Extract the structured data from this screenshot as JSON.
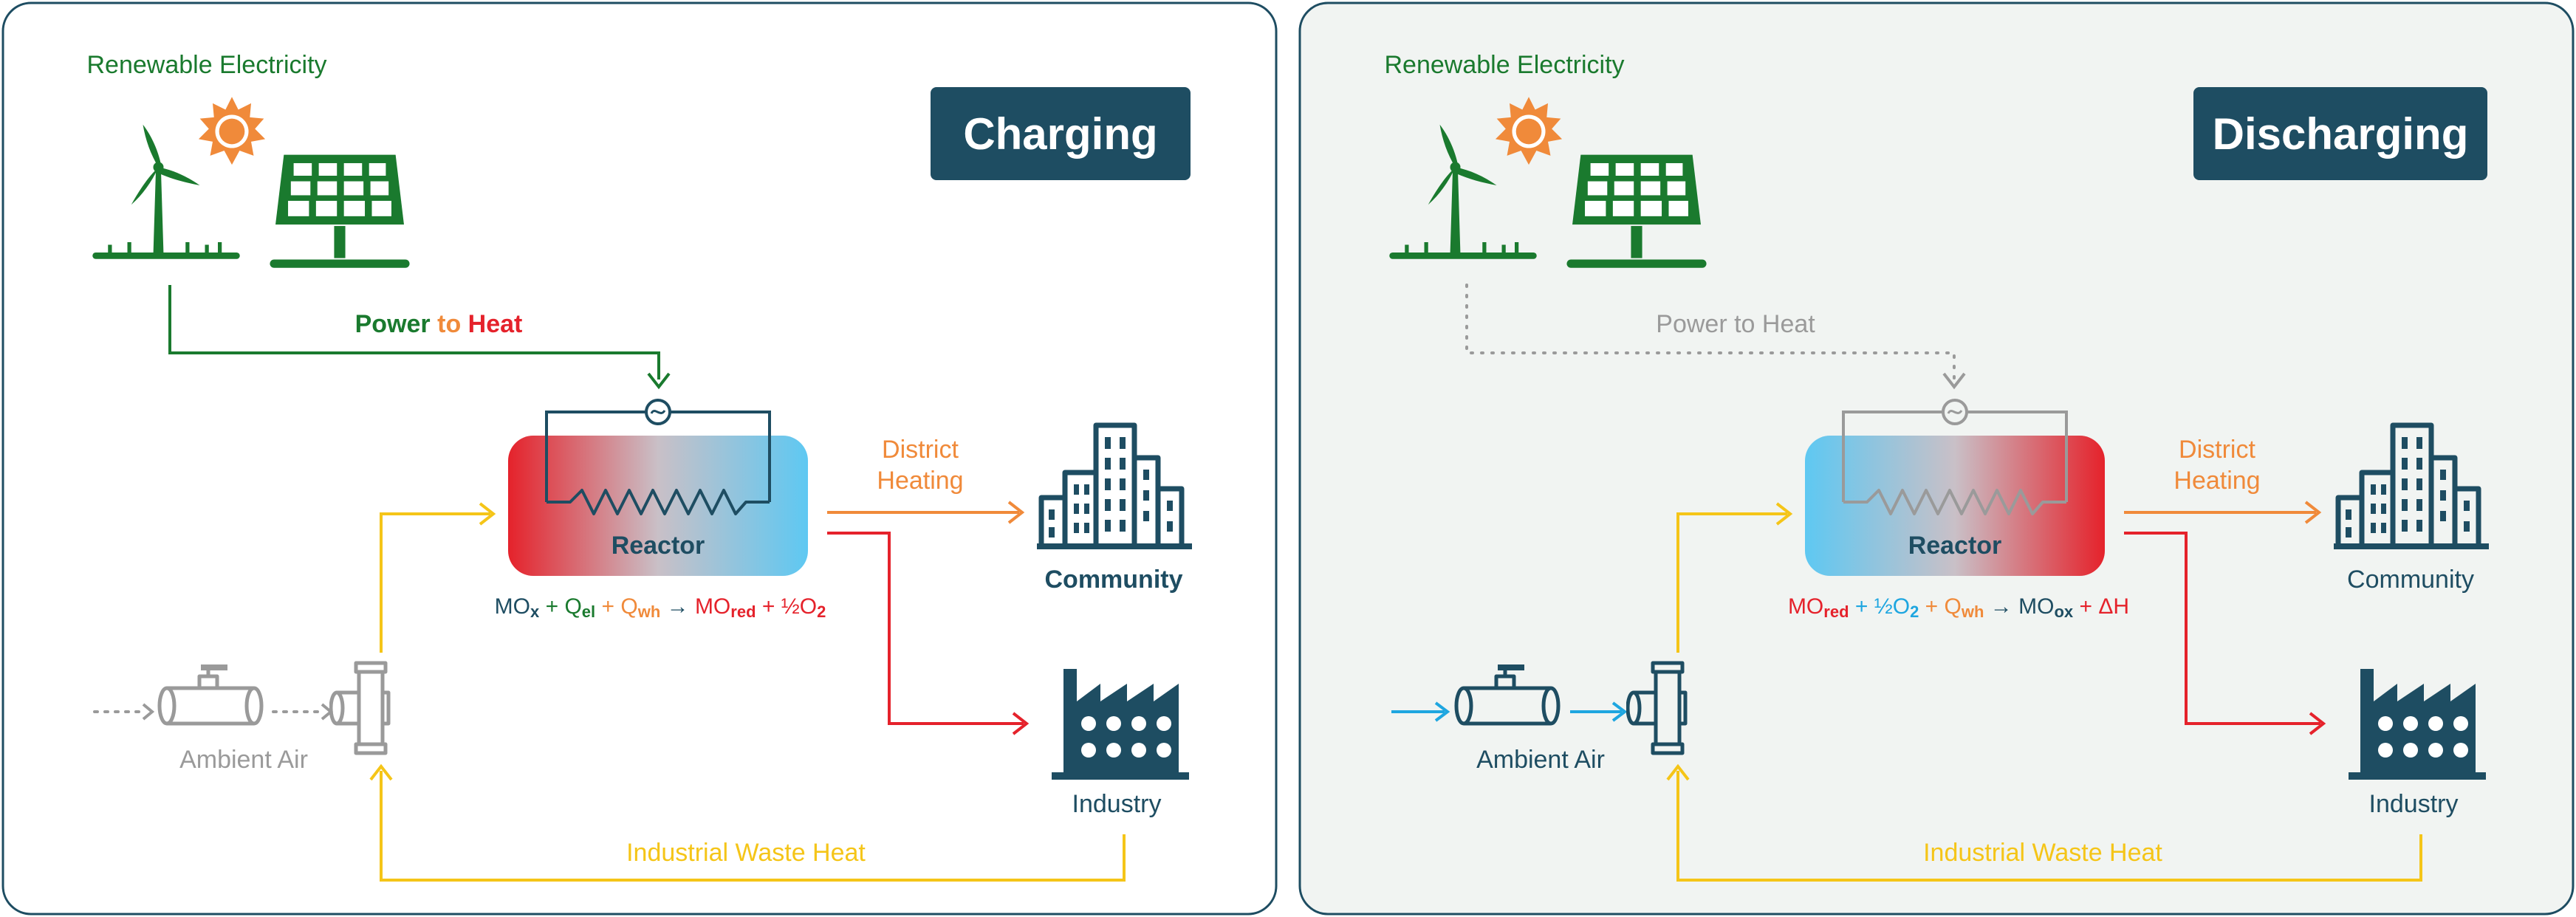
{
  "colors": {
    "green": "#1a7a2e",
    "orange": "#f08a3a",
    "red": "#e5222b",
    "yellow": "#f5c518",
    "navy": "#1e4d62",
    "blue": "#1ea6e0",
    "gray": "#9a9a9a",
    "reactor_blue": "#5ec8f2"
  },
  "charging": {
    "title": "Charging",
    "renewable_label": "Renewable Electricity",
    "p2h": {
      "p1": "Power",
      "p2": " to ",
      "p3": "Heat"
    },
    "reactor_label": "Reactor",
    "district": {
      "line1": "District",
      "line2": "Heating"
    },
    "community_label": "Community",
    "industry_label": "Industry",
    "ambient_label": "Ambient Air",
    "waste_heat_label": "Industrial Waste Heat",
    "equation": {
      "t1": "MO",
      "s1": "x",
      "t2": " + ",
      "t3": "Q",
      "s3": "el",
      "t4": " + ",
      "t5": "Q",
      "s5": "wh",
      "t6": " → ",
      "t7": "MO",
      "s7": "red",
      "t8": " + ½O",
      "s8": "2"
    }
  },
  "discharging": {
    "title": "Discharging",
    "renewable_label": "Renewable Electricity",
    "p2h_label": "Power to Heat",
    "reactor_label": "Reactor",
    "district": {
      "line1": "District",
      "line2": "Heating"
    },
    "community_label": "Community",
    "industry_label": "Industry",
    "ambient_label": "Ambient Air",
    "waste_heat_label": "Industrial Waste Heat",
    "equation": {
      "t1": "MO",
      "s1": "red",
      "t2": " + ",
      "t3": "½O",
      "s3": "2",
      "t4": " + ",
      "t5": "Q",
      "s5": "wh",
      "t6": " → ",
      "t7": "MO",
      "s7": "ox",
      "t8": " + ",
      "t9": "ΔH"
    }
  },
  "icons": [
    "wind-turbine-icon",
    "sun-icon",
    "solar-panel-icon",
    "buildings-icon",
    "factory-icon",
    "valve-pipe-icon",
    "heat-exchanger-icon",
    "electric-heater-icon"
  ]
}
